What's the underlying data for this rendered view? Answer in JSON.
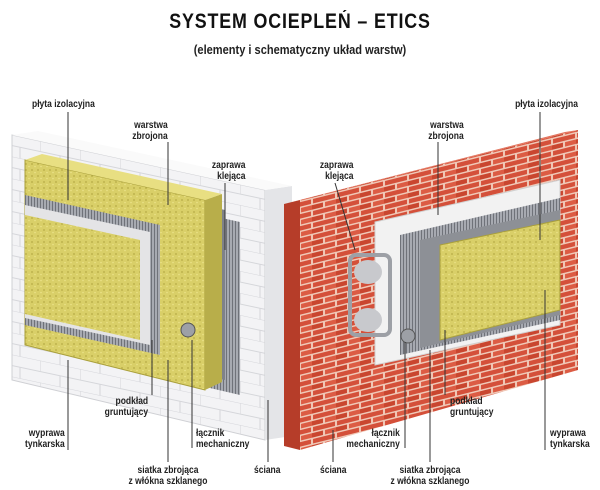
{
  "title": "SYSTEM OCIEPLEŃ – ETICS",
  "subtitle": "(elementy i schematyczny układ warstw)",
  "left": {
    "plyta": "płyta izolacyjna",
    "warstwa": [
      "warstwa",
      "zbrojona"
    ],
    "zaprawa": [
      "zaprawa",
      "klejąca"
    ],
    "podklad": [
      "podkład",
      "gruntujący"
    ],
    "wyprawa": [
      "wyprawa",
      "tynkarska"
    ],
    "lacznik": [
      "łącznik",
      "mechaniczny"
    ],
    "siatka": [
      "siatka zbrojąca",
      "z włókna szklanego"
    ],
    "sciana": "ściana"
  },
  "right": {
    "plyta": "płyta izolacyjna",
    "warstwa": [
      "warstwa",
      "zbrojona"
    ],
    "zaprawa": [
      "zaprawa",
      "klejąca"
    ],
    "podklad": [
      "podkład",
      "gruntujący"
    ],
    "wyprawa": [
      "wyprawa",
      "tynkarska"
    ],
    "lacznik": [
      "łącznik",
      "mechaniczny"
    ],
    "siatka": [
      "siatka zbrojąca",
      "z włókna szklanego"
    ],
    "sciana": "ściana"
  },
  "colors": {
    "block_wall": "#f2f2f4",
    "brick": "#d9533b",
    "mortar": "#f0c9b8",
    "insulation": "#d8cf6a",
    "mesh": "#8a8d94",
    "render": "#ffffff"
  }
}
